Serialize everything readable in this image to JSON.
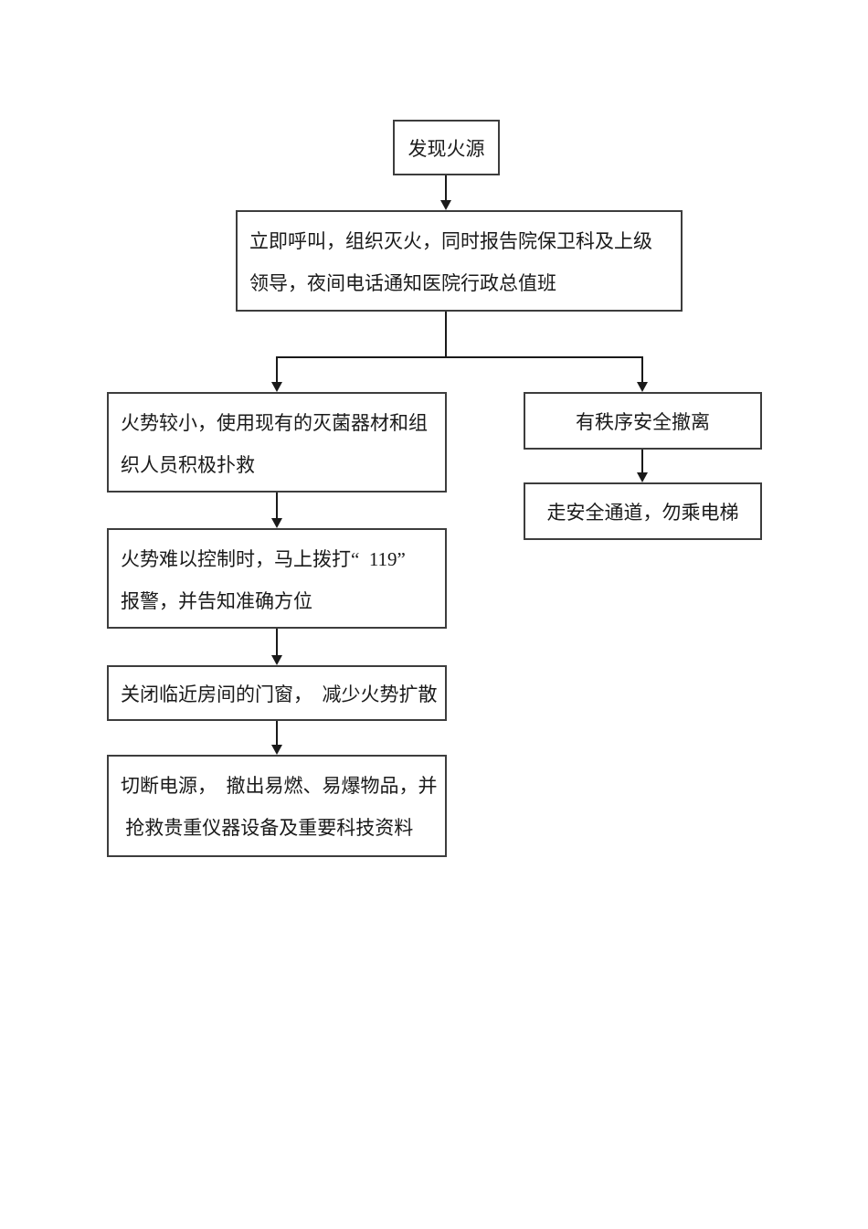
{
  "flowchart": {
    "colors": {
      "border": "#3d3d3d",
      "line": "#1a1a1a",
      "text": "#1a1a1a",
      "background": "#ffffff"
    },
    "nodes": {
      "discover": {
        "lines": [
          "发现火源"
        ]
      },
      "call": {
        "lines": [
          "立即呼叫，组织灭火，同时报告院保卫科及上级",
          "领导，夜间电话通知医院行政总值班"
        ]
      },
      "small_fire": {
        "lines": [
          "火势较小，使用现有的灭菌器材和组",
          "织人员积极扑救"
        ]
      },
      "evacuate": {
        "lines": [
          "有秩序安全撤离"
        ]
      },
      "dial_119": {
        "lines": [
          "火势难以控制时，马上拨打“  119”",
          "报警，并告知准确方位"
        ]
      },
      "safe_route": {
        "lines": [
          "走安全通道，勿乘电梯"
        ]
      },
      "close_doors": {
        "lines": [
          "关闭临近房间的门窗，  减少火势扩散"
        ]
      },
      "cut_power": {
        "lines": [
          "切断电源，  撤出易燃、易爆物品，并",
          " 抢救贵重仪器设备及重要科技资料"
        ]
      }
    }
  }
}
